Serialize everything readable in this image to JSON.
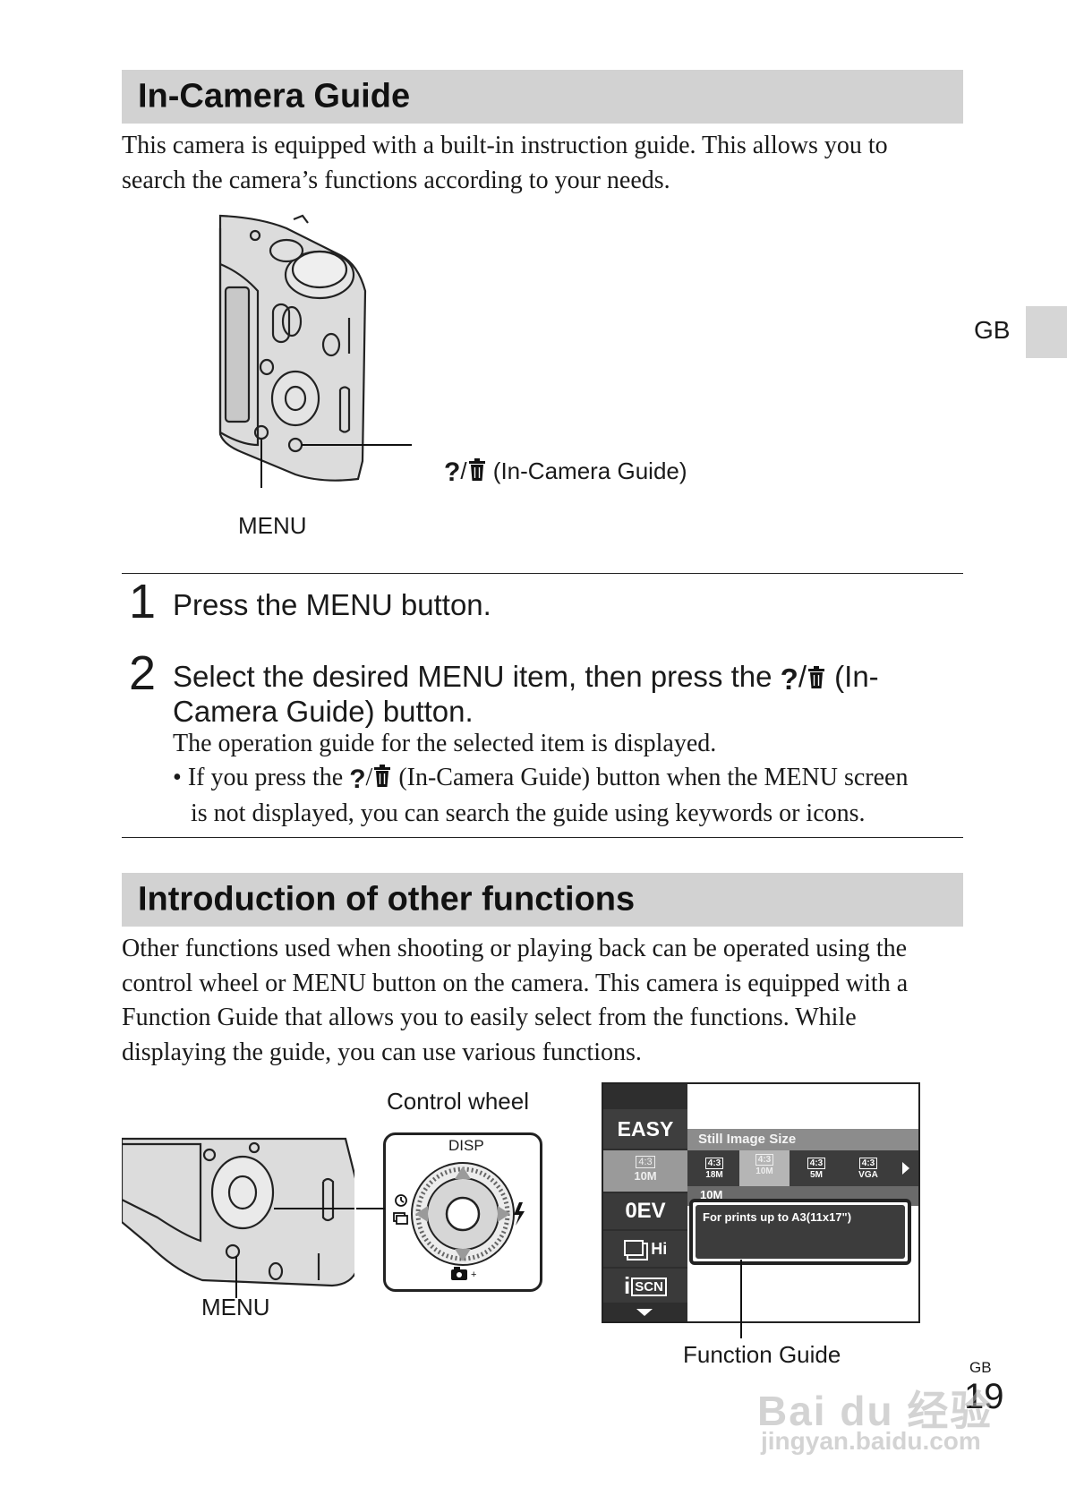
{
  "section1": {
    "heading": "In-Camera Guide",
    "intro_line1": "This camera is equipped with a built-in instruction guide. This allows you to",
    "intro_line2": "search the camera’s functions according to your needs.",
    "callout_guide": "(In-Camera Guide)",
    "callout_menu": "MENU"
  },
  "steps": [
    {
      "number": "1",
      "title": "Press the MENU button."
    },
    {
      "number": "2",
      "title_part1": "Select the desired MENU item, then press the",
      "title_part2": "(In-",
      "title_line2": "Camera Guide) button.",
      "body": "The operation guide for the selected item is displayed.",
      "bullet_part1": "If you press the",
      "bullet_part2": "(In-Camera Guide) button when the MENU screen",
      "bullet_line2": "is not displayed, you can search the guide using keywords or icons."
    }
  ],
  "section2": {
    "heading": "Introduction of other functions",
    "lines": [
      "Other functions used when shooting or playing back can be operated using the",
      "control wheel or MENU button on the camera. This camera is equipped with a",
      "Function Guide that allows you to easily select from the functions. While",
      "displaying the guide, you can use various functions."
    ],
    "label_control_wheel": "Control wheel",
    "label_disp": "DISP",
    "label_menu": "MENU",
    "label_function_guide": "Function Guide"
  },
  "screen": {
    "menu_easy": "EASY",
    "menu_size_ratio": "4:3",
    "menu_size_value": "10M",
    "menu_ev": "0EV",
    "menu_burst": "Hi",
    "menu_iscn": "SCN",
    "title": "Still Image Size",
    "options": [
      {
        "ratio": "4:3",
        "value": "18M"
      },
      {
        "ratio": "4:3",
        "value": "10M"
      },
      {
        "ratio": "4:3",
        "value": "5M"
      },
      {
        "ratio": "4:3",
        "value": "VGA"
      }
    ],
    "selected_value": "10M",
    "guide_text": "For prints up to A3(11x17\")"
  },
  "tab_label": "GB",
  "page": {
    "region": "GB",
    "number": "19"
  },
  "watermark": {
    "brand": "Bai du 经验",
    "url": "jingyan.baidu.com"
  },
  "colors": {
    "heading_bg": "#d2d2d2",
    "screen_dark": "#3c3c3c",
    "screen_highlight": "#9a9a9a"
  }
}
